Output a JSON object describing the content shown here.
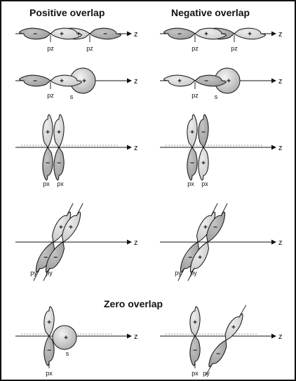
{
  "headings": {
    "positive": "Positive overlap",
    "negative": "Negative overlap",
    "zero": "Zero overlap"
  },
  "axis_label": "z",
  "colors": {
    "lobe_dark": "#9a9a9a",
    "lobe_light": "#ececec",
    "stroke": "#111111"
  },
  "panels": [
    {
      "id": "pos-pz-pz",
      "labels": [
        "pz",
        "pz"
      ],
      "signs": [
        "−",
        "+",
        "+",
        "−"
      ]
    },
    {
      "id": "neg-pz-pz",
      "labels": [
        "pz",
        "pz"
      ],
      "signs": [
        "−",
        "+",
        "−",
        "+"
      ]
    },
    {
      "id": "pos-pz-s",
      "labels": [
        "pz",
        "s"
      ],
      "signs": [
        "−",
        "+",
        "+"
      ]
    },
    {
      "id": "neg-pz-s",
      "labels": [
        "pz",
        "s"
      ],
      "signs": [
        "+",
        "−",
        "+"
      ]
    },
    {
      "id": "pos-px-px",
      "labels": [
        "px",
        "px"
      ],
      "signs": [
        "+",
        "+",
        "−",
        "−"
      ]
    },
    {
      "id": "neg-px-px",
      "labels": [
        "px",
        "px"
      ],
      "signs": [
        "+",
        "−",
        "−",
        "+"
      ]
    },
    {
      "id": "pos-py-py",
      "labels": [
        "py",
        "py"
      ],
      "signs": [
        "+",
        "+",
        "−",
        "−"
      ]
    },
    {
      "id": "neg-py-py",
      "labels": [
        "py",
        "py"
      ],
      "signs": [
        "+",
        "−",
        "−",
        "+"
      ]
    },
    {
      "id": "zero-px-s",
      "labels": [
        "px",
        "s"
      ],
      "signs": [
        "+",
        "−",
        "+"
      ]
    },
    {
      "id": "zero-px-py",
      "labels": [
        "px",
        "py"
      ],
      "signs": [
        "+",
        "−",
        "+",
        "−"
      ]
    }
  ]
}
